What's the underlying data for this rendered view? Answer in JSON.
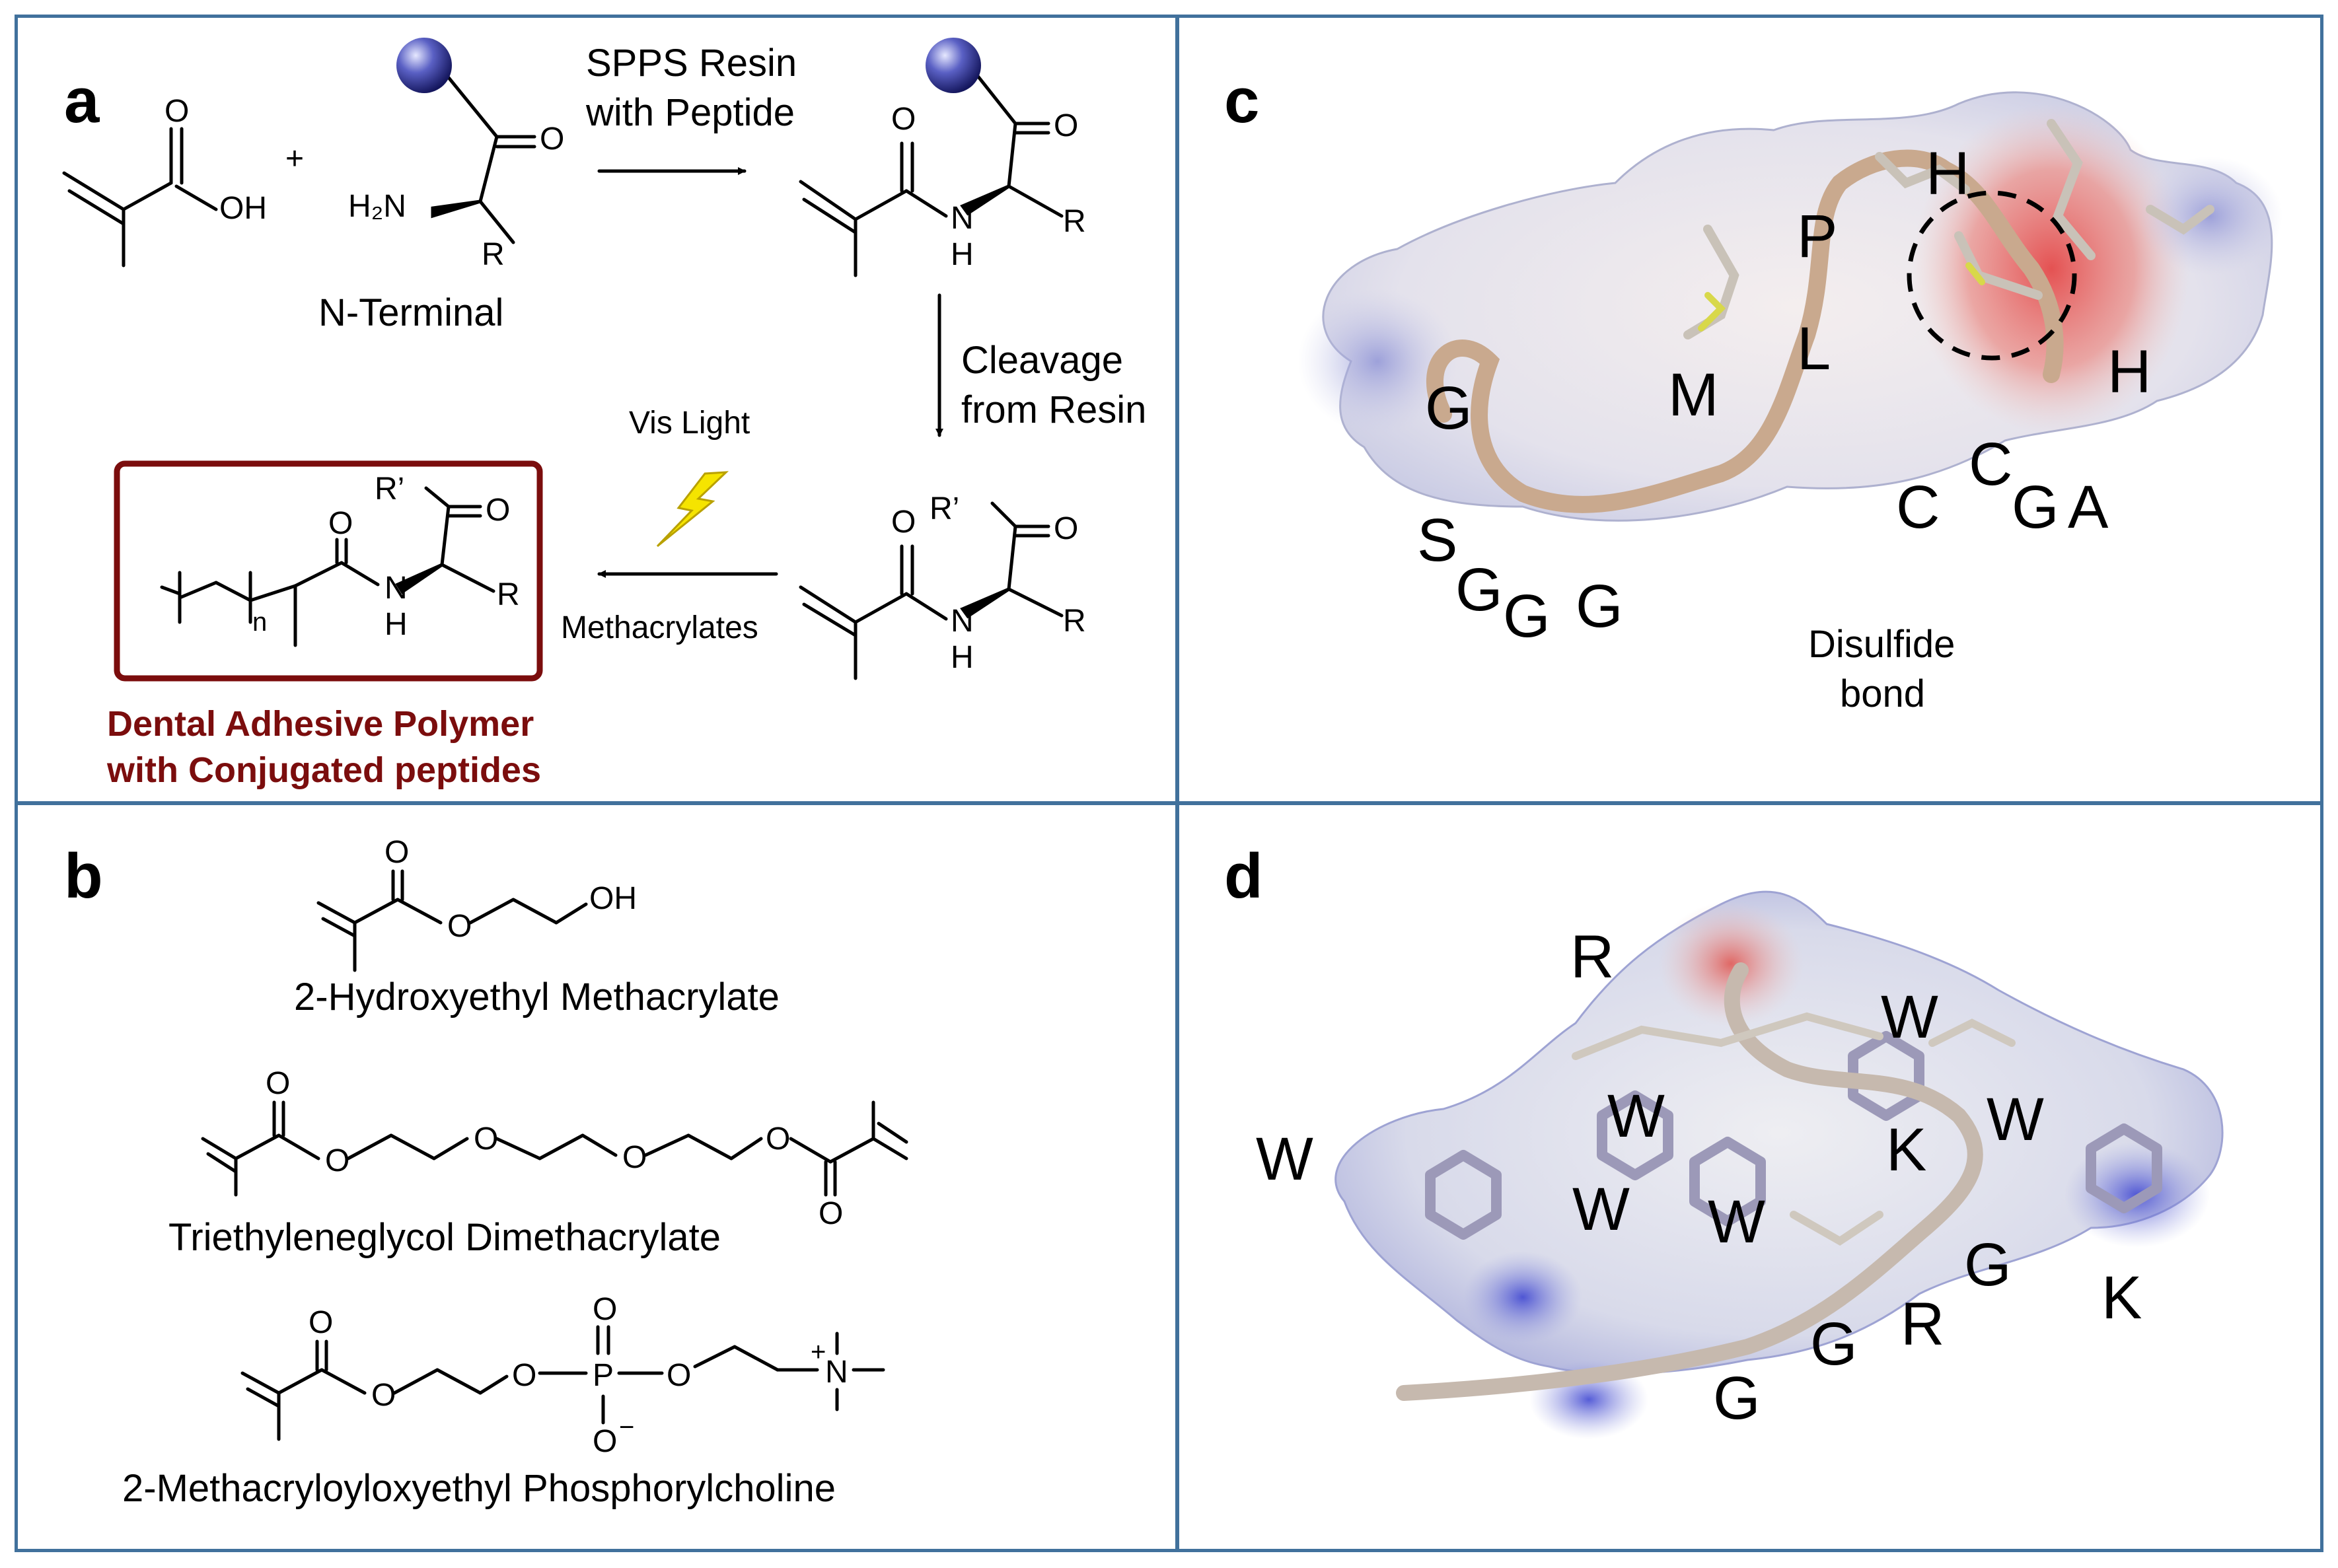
{
  "panels": {
    "a": {
      "label": "a",
      "reactant_labels": {
        "acid_O": "O",
        "acid_OH": "OH",
        "plus": "+",
        "amine_O": "O",
        "amine_H2N": "H₂N",
        "amine_R": "R",
        "n_terminal": "N-Terminal"
      },
      "step1": {
        "line1": "SPPS Resin",
        "line2": "with Peptide"
      },
      "product1": {
        "O1": "O",
        "O2": "O",
        "N": "N",
        "H": "H",
        "R": "R"
      },
      "step2": {
        "line1": "Cleavage",
        "line2": "from Resin"
      },
      "product2": {
        "R_prime": "R’",
        "O1": "O",
        "O2": "O",
        "N": "N",
        "H": "H",
        "R": "R"
      },
      "step3": {
        "light": "Vis Light",
        "reagent": "Methacrylates"
      },
      "polymer": {
        "R_prime": "R’",
        "O1": "O",
        "O2": "O",
        "n": "n",
        "N": "N",
        "H": "H",
        "R": "R"
      },
      "polymer_caption": {
        "line1": "Dental Adhesive Polymer",
        "line2": "with Conjugated peptides"
      },
      "colors": {
        "caption": "#7b0d0d",
        "box": "#7b0d0d",
        "bead": "#2b2f8f",
        "bolt": "#f5e400"
      }
    },
    "b": {
      "label": "b",
      "hema": {
        "O_carbonyl": "O",
        "O_ester": "O",
        "OH": "OH",
        "name": "2-Hydroxyethyl Methacrylate"
      },
      "tegdma": {
        "O_top": "O",
        "O1": "O",
        "O2": "O",
        "O3": "O",
        "O4": "O",
        "O_bottom": "O",
        "name": "Triethyleneglycol Dimethacrylate"
      },
      "mpc": {
        "O_carbonyl": "O",
        "O_ester": "O",
        "O_P1": "O",
        "P": "P",
        "O_P2": "O",
        "O_top": "O",
        "O_minus": "O",
        "minus": "−",
        "plus": "+",
        "N": "N",
        "name": "2-Methacryloyloxyethyl Phosphorylcholine"
      }
    },
    "c": {
      "label": "c",
      "residues": [
        "H",
        "P",
        "L",
        "M",
        "H",
        "G",
        "C",
        "C",
        "G",
        "A",
        "S",
        "G",
        "G",
        "G"
      ],
      "annotation": {
        "line1": "Disulfide",
        "line2": "bond"
      }
    },
    "d": {
      "label": "d",
      "residues": [
        "R",
        "W",
        "W",
        "K",
        "W",
        "W",
        "W",
        "W",
        "G",
        "G",
        "R",
        "K",
        "G"
      ]
    }
  }
}
